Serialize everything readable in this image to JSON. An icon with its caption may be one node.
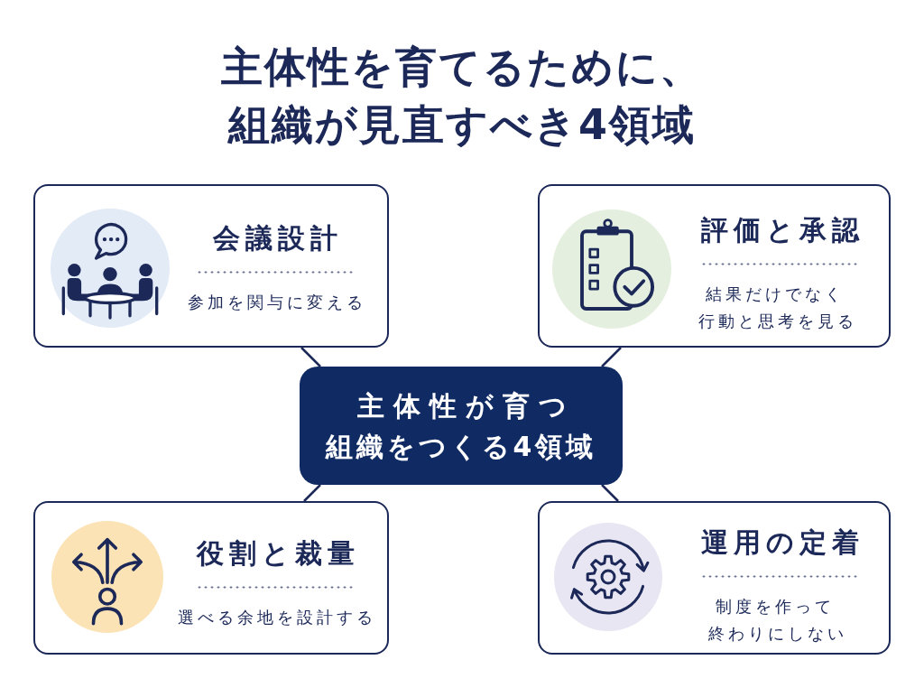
{
  "diagram": {
    "title": "主体性を育てるために、組織が見直すべき4領域",
    "nodes": [
      {
        "text": [
          "会議設計",
          "参加を関与に変える"
        ]
      },
      {
        "text": [
          "評価と承認",
          "結果だけでなく行動と思考を見る"
        ]
      },
      {
        "text": [
          "主体性が育つ組織をつくる4領域"
        ]
      },
      {
        "text": [
          "役割と裁量",
          "選べる余地を設計する"
        ]
      },
      {
        "text": [
          "運用の定着",
          "制度を作って終わりにしない"
        ]
      }
    ],
    "edges": [
      {
        "from": 2,
        "to": 0,
        "arrow": "none"
      },
      {
        "from": 2,
        "to": 1,
        "arrow": "none"
      },
      {
        "from": 2,
        "to": 3,
        "arrow": "none"
      },
      {
        "from": 2,
        "to": 4,
        "arrow": "none"
      }
    ]
  }
}
